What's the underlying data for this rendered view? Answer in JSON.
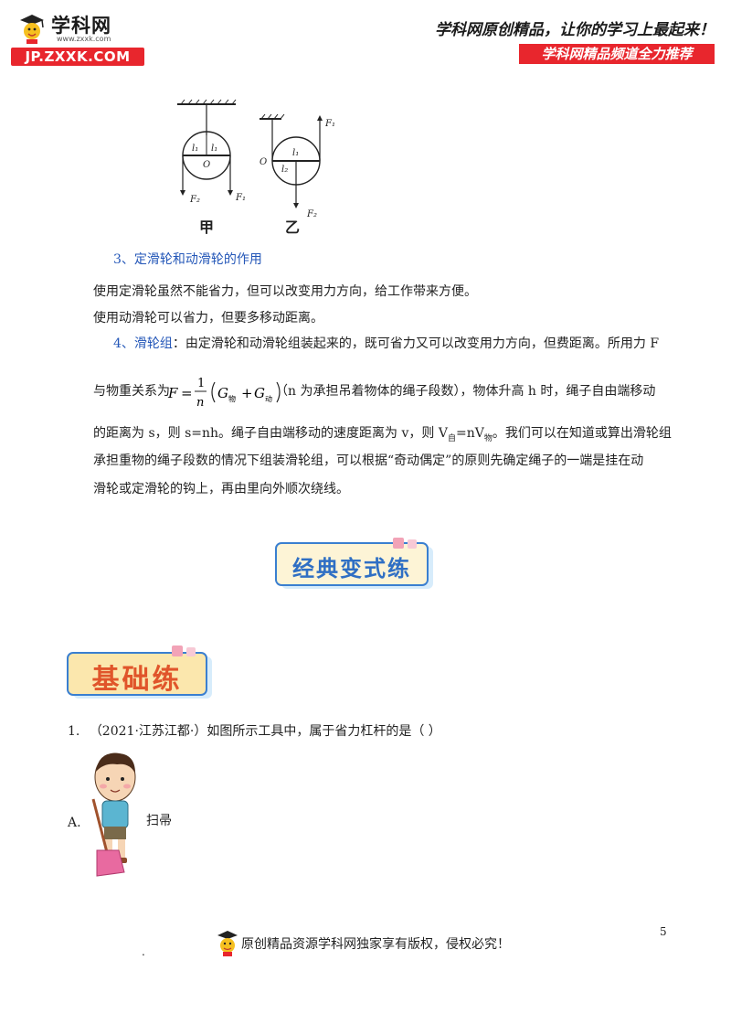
{
  "header": {
    "logo_name": "学科网",
    "logo_sub": "www.zxxk.com",
    "logo_url": "JP.ZXXK.COM",
    "slogan": "学科网原创精品，让你的学习上最起来！",
    "channel": "学科网精品频道全力推荐"
  },
  "figure": {
    "labels": {
      "l1": "l₁",
      "l2": "l₂",
      "O": "O",
      "F1": "F₁",
      "F2": "F₂"
    },
    "caption_left": "甲",
    "caption_right": "乙"
  },
  "section3": {
    "heading": "3、定滑轮和动滑轮的作用",
    "line1": "使用定滑轮虽然不能省力，但可以改变用力方向，给工作带来方便。",
    "line2": "使用动滑轮可以省力，但要多移动距离。"
  },
  "section4": {
    "heading": "4、滑轮组",
    "text1": "：由定滑轮和动滑轮组装起来的，既可省力又可以改变用力方向，但费距离。所用力 F",
    "text2_pre": "与物重关系为",
    "text2_post": "（n 为承担吊着物体的绳子段数），物体升高 h 时，绳子自由端移动",
    "text3_pre": "的距离为 s，则 s=nh。绳子自由端移动的速度距离为 v，则 V",
    "text3_sub1": "自",
    "text3_mid": "=nV",
    "text3_sub2": "物",
    "text3_post": "。我们可以在知道或算出滑轮组",
    "text4": "承担重物的绳子段数的情况下组装滑轮组，可以根据“奇动偶定”的原则先确定绳子的一端是挂在动",
    "text5": "滑轮或定滑轮的钩上，再由里向外顺次绕线。"
  },
  "formula": {
    "lhs": "F",
    "eq": "=",
    "num": "1",
    "den": "n",
    "g1": "G",
    "g1_sub": "物",
    "plus": "+",
    "g2": "G",
    "g2_sub": "动"
  },
  "banners": {
    "classic": "经典变式练",
    "basic": "基础练"
  },
  "question1": {
    "number": "1.",
    "text": "（2021·江苏江都·）如图所示工具中，属于省力杠杆的是（      ）",
    "option_a_label": "A.",
    "option_a_text": "扫帚"
  },
  "footer": {
    "dot": ".",
    "text": "原创精品资源学科网独家享有版权，侵权必究！",
    "page_number": "5"
  },
  "colors": {
    "brand_red": "#e8262d",
    "heading_blue": "#2457b8",
    "banner_blue": "#3a7fd0",
    "banner_fill": "#fbe7ad"
  }
}
